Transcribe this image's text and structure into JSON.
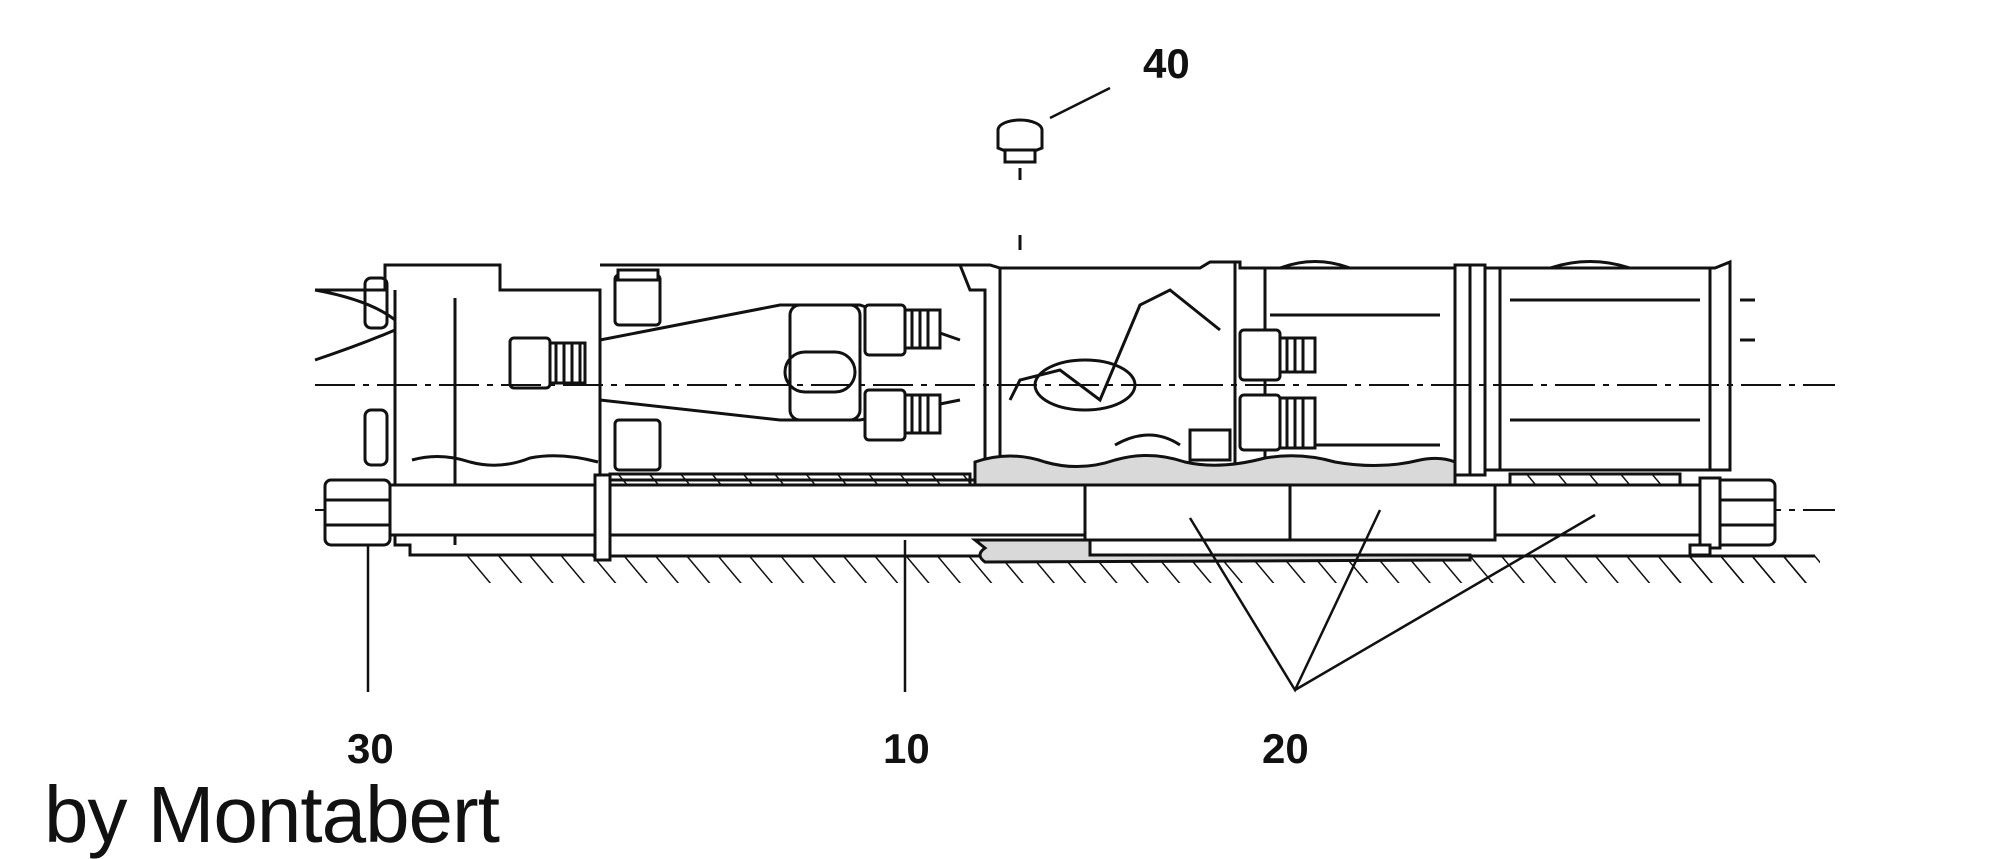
{
  "callouts": {
    "c40": "40",
    "c30": "30",
    "c10": "10",
    "c20": "20"
  },
  "credit": "by Montabert",
  "colors": {
    "line": "#111111",
    "section_fill": "#d9d9d9",
    "background": "#ffffff"
  }
}
